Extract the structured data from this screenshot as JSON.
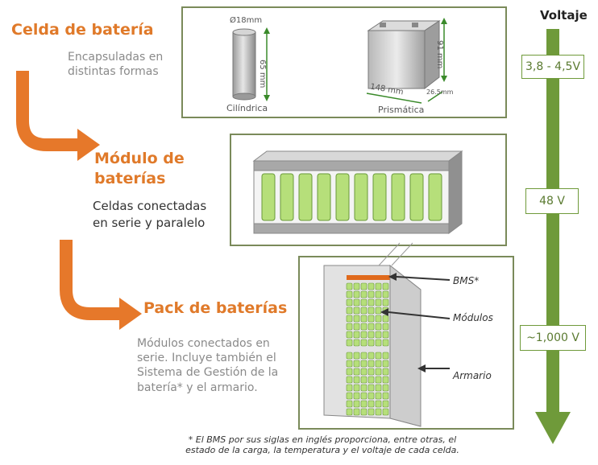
{
  "steps": {
    "cell": {
      "title": "Celda de batería",
      "desc": "Encapsuladas en distintas formas"
    },
    "module": {
      "title_l1": "Módulo de",
      "title_l2": "baterías",
      "desc_l1": "Celdas conectadas",
      "desc_l2": "en serie y paralelo"
    },
    "pack": {
      "title": "Pack de baterías",
      "desc": "Módulos conectados en serie. Incluye también el Sistema de Gestión de la batería* y el armario."
    }
  },
  "cell_panel": {
    "cyl_diameter": "Ø18mm",
    "cyl_height": "65 mm",
    "cyl_label": "Cilíndrica",
    "pris_height": "91 mm",
    "pris_length": "148 mm",
    "pris_width": "26.5mm",
    "pris_label": "Prismática"
  },
  "pack_panel": {
    "bms_label": "BMS*",
    "modules_label": "Módulos",
    "cabinet_label": "Armario"
  },
  "voltage": {
    "title": "Voltaje",
    "levels": [
      "3,8 - 4,5V",
      "48 V",
      "~1,000 V"
    ]
  },
  "footnote": {
    "line1": "* El BMS por sus siglas en inglés proporciona, entre otras, el",
    "line2": "estado de la carga, la temperatura y el voltaje de cada celda."
  },
  "colors": {
    "orange": "#e07a2a",
    "green_arrow": "#6f9a3a",
    "cell_green": "#b6df7a"
  }
}
